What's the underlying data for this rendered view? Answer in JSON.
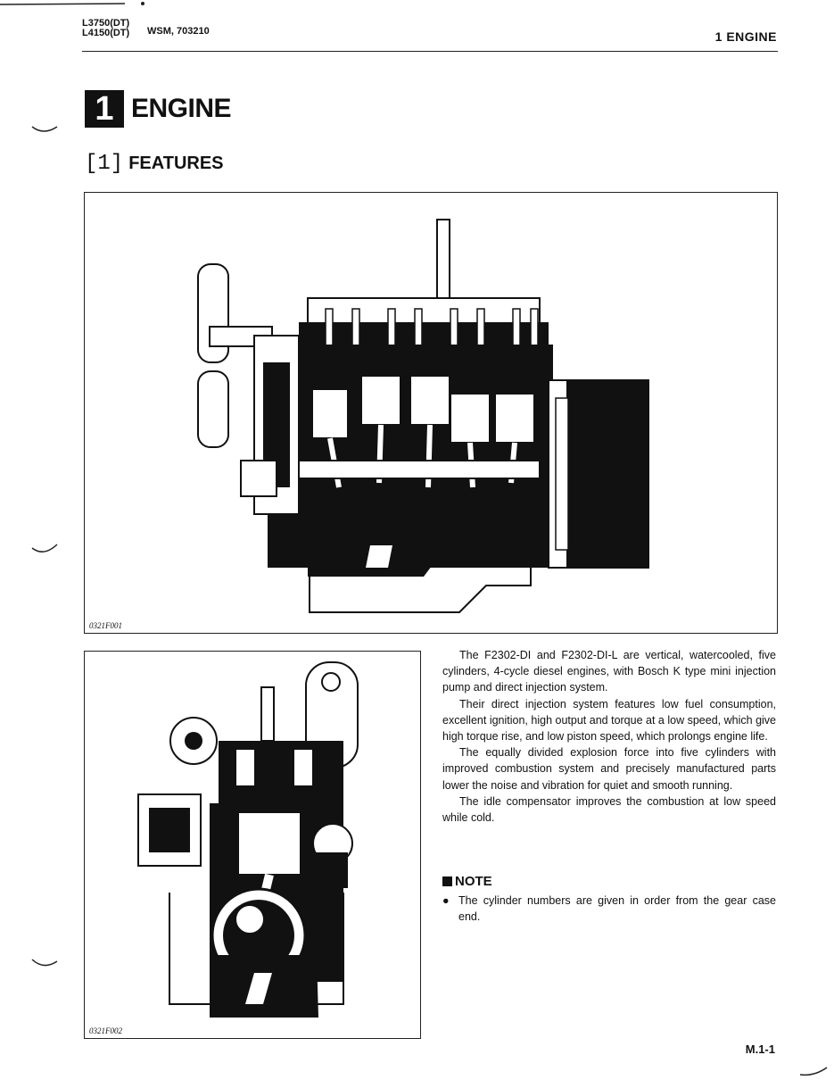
{
  "header": {
    "model_line1": "L3750(DT)",
    "model_line2": "L4150(DT)",
    "manual_code": "WSM, 703210",
    "section_label": "1 ENGINE"
  },
  "chapter": {
    "number": "1",
    "title": "ENGINE"
  },
  "section": {
    "number": "[1]",
    "title": "FEATURES"
  },
  "figures": [
    {
      "id": "0321F001",
      "subject": "engine-side-cutaway"
    },
    {
      "id": "0321F002",
      "subject": "engine-front-cross-section"
    }
  ],
  "body": {
    "paragraphs": [
      "The F2302-DI and F2302-DI-L are vertical, watercooled, five cylinders, 4-cycle diesel engines, with Bosch K type mini injection pump and direct injection system.",
      "Their direct injection system features low fuel consumption, excellent ignition, high output and torque at a low speed, which give high torque rise, and low piston speed, which prolongs engine life.",
      "The equally divided explosion force into five cylinders with improved combustion system and precisely manufactured parts lower the noise and vibration for quiet and smooth running.",
      "The idle compensator improves the combustion at low speed while cold."
    ]
  },
  "note": {
    "heading": "NOTE",
    "bullet_symbol": "●",
    "items": [
      "The cylinder numbers are given in order from the gear case end."
    ]
  },
  "footer": {
    "page_number": "M.1-1"
  }
}
